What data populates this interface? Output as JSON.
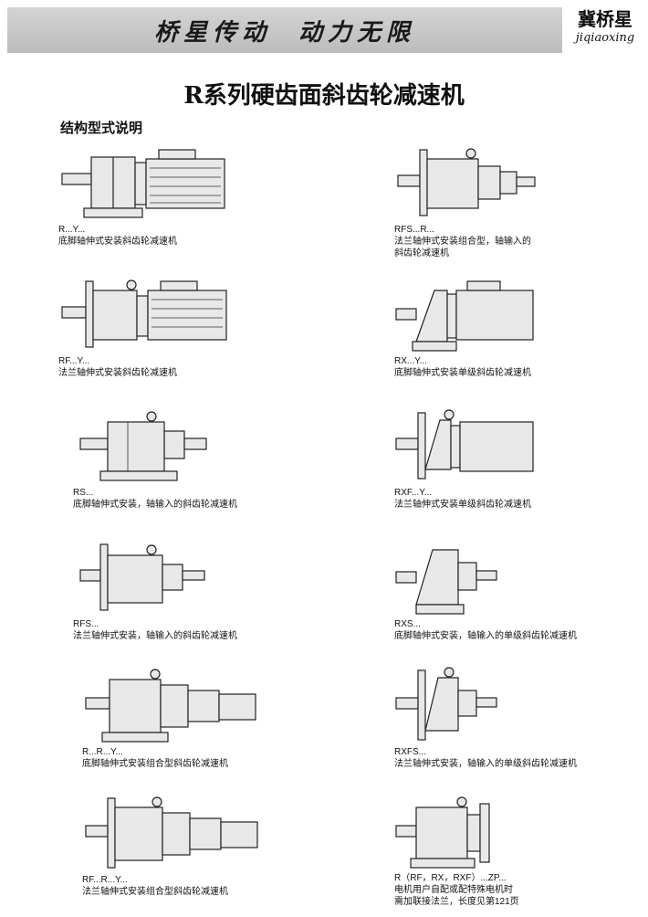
{
  "header": {
    "slogan": "桥星传动  动力无限",
    "brand_cn": "冀桥星",
    "brand_en": "jiqiaoxing"
  },
  "title": "R系列硬齿面斜齿轮减速机",
  "section_title": "结构型式说明",
  "entries": [
    {
      "code": "R...Y...",
      "desc": "底脚轴伸式安装斜齿轮减速机"
    },
    {
      "code": "RFS...R...",
      "desc": "法兰轴伸式安装组合型，轴输入的\n斜齿轮减速机"
    },
    {
      "code": "RF...Y...",
      "desc": "法兰轴伸式安装斜齿轮减速机"
    },
    {
      "code": "RX...Y...",
      "desc": "底脚轴伸式安装单级斜齿轮减速机"
    },
    {
      "code": "RS...",
      "desc": "底脚轴伸式安装，轴输入的斜齿轮减速机"
    },
    {
      "code": "RXF...Y...",
      "desc": "法兰轴伸式安装单级斜齿轮减速机"
    },
    {
      "code": "RFS...",
      "desc": "法兰轴伸式安装，轴输入的斜齿轮减速机"
    },
    {
      "code": "RXS...",
      "desc": "底脚轴伸式安装，轴输入的单级斜齿轮减速机"
    },
    {
      "code": "R...R...Y...",
      "desc": "底脚轴伸式安装组合型斜齿轮减速机"
    },
    {
      "code": "RXFS...",
      "desc": "法兰轴伸式安装，轴输入的单级斜齿轮减速机"
    },
    {
      "code": "RF...R...Y...",
      "desc": "法兰轴伸式安装组合型斜齿轮减速机"
    },
    {
      "code": "R（RF，RX，RXF）...ZP...",
      "desc": "电机用户自配或配特殊电机时\n需加联接法兰，长度见第121页"
    }
  ]
}
